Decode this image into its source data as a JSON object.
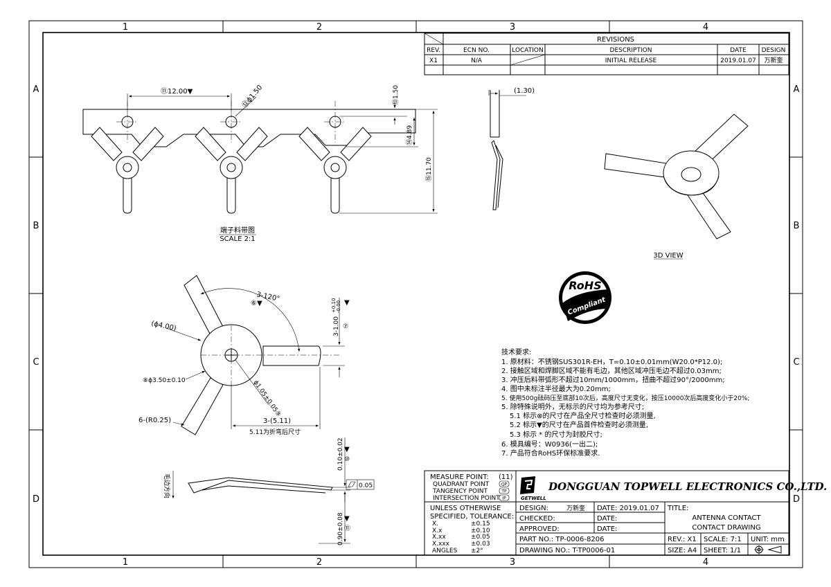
{
  "zones": {
    "columns": [
      "1",
      "2",
      "3",
      "4"
    ],
    "rows": [
      "A",
      "B",
      "C",
      "D"
    ]
  },
  "revisions": {
    "title": "REVISIONS",
    "headers": [
      "REV.",
      "ECN NO.",
      "LOCATION",
      "DESCRIPTION",
      "DATE",
      "DESIGN"
    ],
    "rows": [
      {
        "rev": "X1",
        "ecn": "N/A",
        "location": "",
        "description": "INITIAL RELEASE",
        "date": "2019.01.07",
        "design": "万新奎"
      }
    ]
  },
  "strip_view": {
    "pitch": "12.00",
    "pitch_code": "⑪",
    "hole_dia": "ϕ1.50",
    "hole_code": "⑫",
    "dim_150": "1.50",
    "dim_150_code": "⑬",
    "dim_489": "4.89",
    "dim_489_code": "⑭",
    "dim_1170": "11.70",
    "dim_1170_code": "⑮",
    "caption": "端子料带图",
    "scale": "SCALE 2:1"
  },
  "side_view": {
    "dim": "(1.30)"
  },
  "iso_view": {
    "caption": "3D VIEW"
  },
  "rohs": {
    "top": "RoHS",
    "bottom": "Compliant"
  },
  "plan_view": {
    "angle": "3-120°",
    "angle_code": "⑥",
    "width_dim": "3-1.00",
    "width_tol_plus": "+0.10",
    "width_tol_minus": "-0.00",
    "width_code": "⑦",
    "outer_dia": "(ϕ4.00)",
    "inner_dia": "ϕ3.50±0.10",
    "inner_code": "⑧",
    "hole_dim": "ϕ1.05",
    "hole_tol": "±0.05",
    "hole_code": "⑨",
    "radius": "6-(R0.25)",
    "length": "3-(5.11)",
    "length_note": "5.11为折弯后尺寸"
  },
  "profile_view": {
    "burr_label": "毛边方向",
    "thickness": "0.10±0.02",
    "thickness_code": "⑩",
    "flatness": "0.05",
    "height": "0.90±0.08",
    "height_code": "⑪"
  },
  "notes": {
    "heading": "技术要求:",
    "items": [
      "1. 原材料：不锈钢SUS301R-EH，T=0.10±0.01mm(W20.0*P12.0);",
      "2. 接触区域和焊脚区域不能有毛边，其他区域冲压毛边不超过0.03mm;",
      "3. 冲压后料带弧形不超过10mm/1000mm，扭曲不超过90°/2000mm;",
      "4. 图中未标注半径最大为0.20mm;",
      "5. 使用500g砝码压至底部10次后，高度尺寸无变化，按压10000次后高度变化小于20%;",
      "5. 除特殊说明外，无标示的尺寸均为参考尺寸;",
      "5.1  标示⊗的尺寸在产品全尺寸检查时必须测量,",
      "5.2  标示▼的尺寸在产品首件检查时必须测量,",
      "5.3  标示  *   的尺寸为封胶尺寸;",
      "6. 模具编号：W0936(一出二);",
      "7. 产品符合RoHS环保标准要求."
    ]
  },
  "title_block": {
    "measure_point": "MEASURE POINT:",
    "measure_count": "(11)",
    "quadrant": "QUADRANT POINT",
    "quadrant_code": "QP",
    "tangency": "TANGENCY POINT",
    "tangency_code": "TP",
    "intersection": "INTERSECTION POINT",
    "intersection_code": "IP",
    "company": "DONGGUAN TOPWELL ELECTRONICS CO.,LTD.",
    "logo_text": "GETWELL",
    "tolerance_heading_1": "UNLESS  OTHERWISE",
    "tolerance_heading_2": "SPECIFIED,  TOLERANCE:",
    "tolerances": [
      {
        "k": "X.",
        "v": "±0.15"
      },
      {
        "k": "X.x",
        "v": "±0.10"
      },
      {
        "k": "X.xx",
        "v": "±0.05"
      },
      {
        "k": "X.xxx",
        "v": "±0.03"
      },
      {
        "k": "ANGLES",
        "v": "±2°"
      }
    ],
    "design_label": "DESIGN:",
    "design_value": "万新奎",
    "checked_label": "CHECKED:",
    "approved_label": "APPROVED:",
    "date_label_1": "DATE:  2019.01.07",
    "date_label_2": "DATE:",
    "date_label_3": "DATE:",
    "title_label": "TITLE:",
    "title_1": "ANTENNA  CONTACT",
    "title_2": "CONTACT  DRAWING",
    "part_no": "PART  NO.:  TP-0006-8206",
    "drawing_no": "DRAWING  NO.:  T-TP0006-01",
    "rev": "REV.:  X1",
    "scale": "SCALE:  7:1",
    "unit": "UNIT:  mm",
    "size": "SIZE:  A4",
    "sheet": "SHEET:  1/1"
  }
}
